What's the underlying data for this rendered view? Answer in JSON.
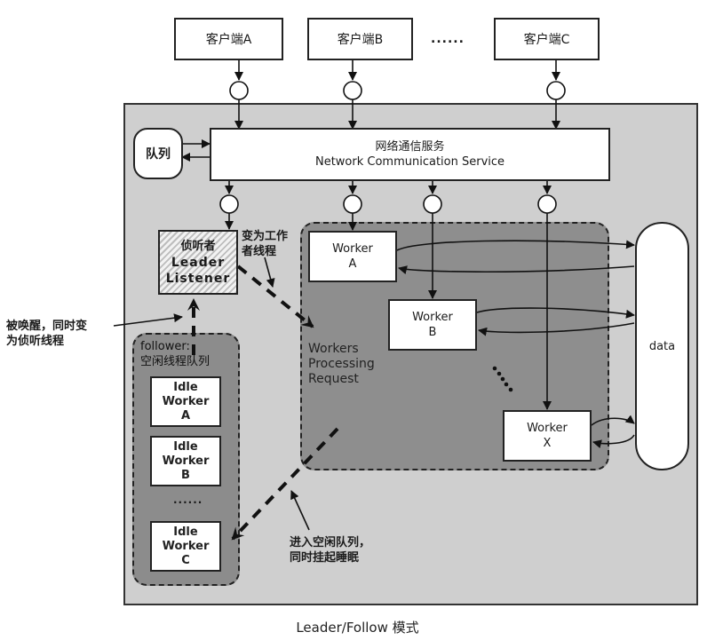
{
  "clients": [
    {
      "label": "客户端A"
    },
    {
      "label": "客户端B"
    },
    {
      "label": "客户端C"
    }
  ],
  "client_ellipsis": "......",
  "queue": {
    "label": "队列"
  },
  "network_service": {
    "title_cn": "网络通信服务",
    "title_en": "Network Communication Service"
  },
  "leader": {
    "title_cn": "侦听者",
    "line1": "Leader",
    "line2": "Listener"
  },
  "annotations": {
    "become_worker": [
      "变为工作",
      "者线程"
    ],
    "awakened": [
      "被唤醒，同时变",
      "为侦听线程"
    ],
    "enter_idle": [
      "进入空闲队列，",
      "同时挂起睡眠"
    ]
  },
  "processing_region": {
    "label": [
      "Workers",
      "Processing",
      "Request"
    ]
  },
  "workers": [
    {
      "line1": "Worker",
      "line2": "A"
    },
    {
      "line1": "Worker",
      "line2": "B"
    },
    {
      "line1": "Worker",
      "line2": "X"
    }
  ],
  "follower_region": {
    "label": [
      "follower:",
      "空闲线程队列"
    ]
  },
  "idle_workers": [
    {
      "line1": "Idle",
      "line2": "Worker",
      "line3": "A"
    },
    {
      "line1": "Idle",
      "line2": "Worker",
      "line3": "B"
    },
    {
      "line1": "Idle",
      "line2": "Worker",
      "line3": "C"
    }
  ],
  "idle_ellipsis": "......",
  "data_store": {
    "label": "data"
  },
  "caption": "Leader/Follow 模式"
}
